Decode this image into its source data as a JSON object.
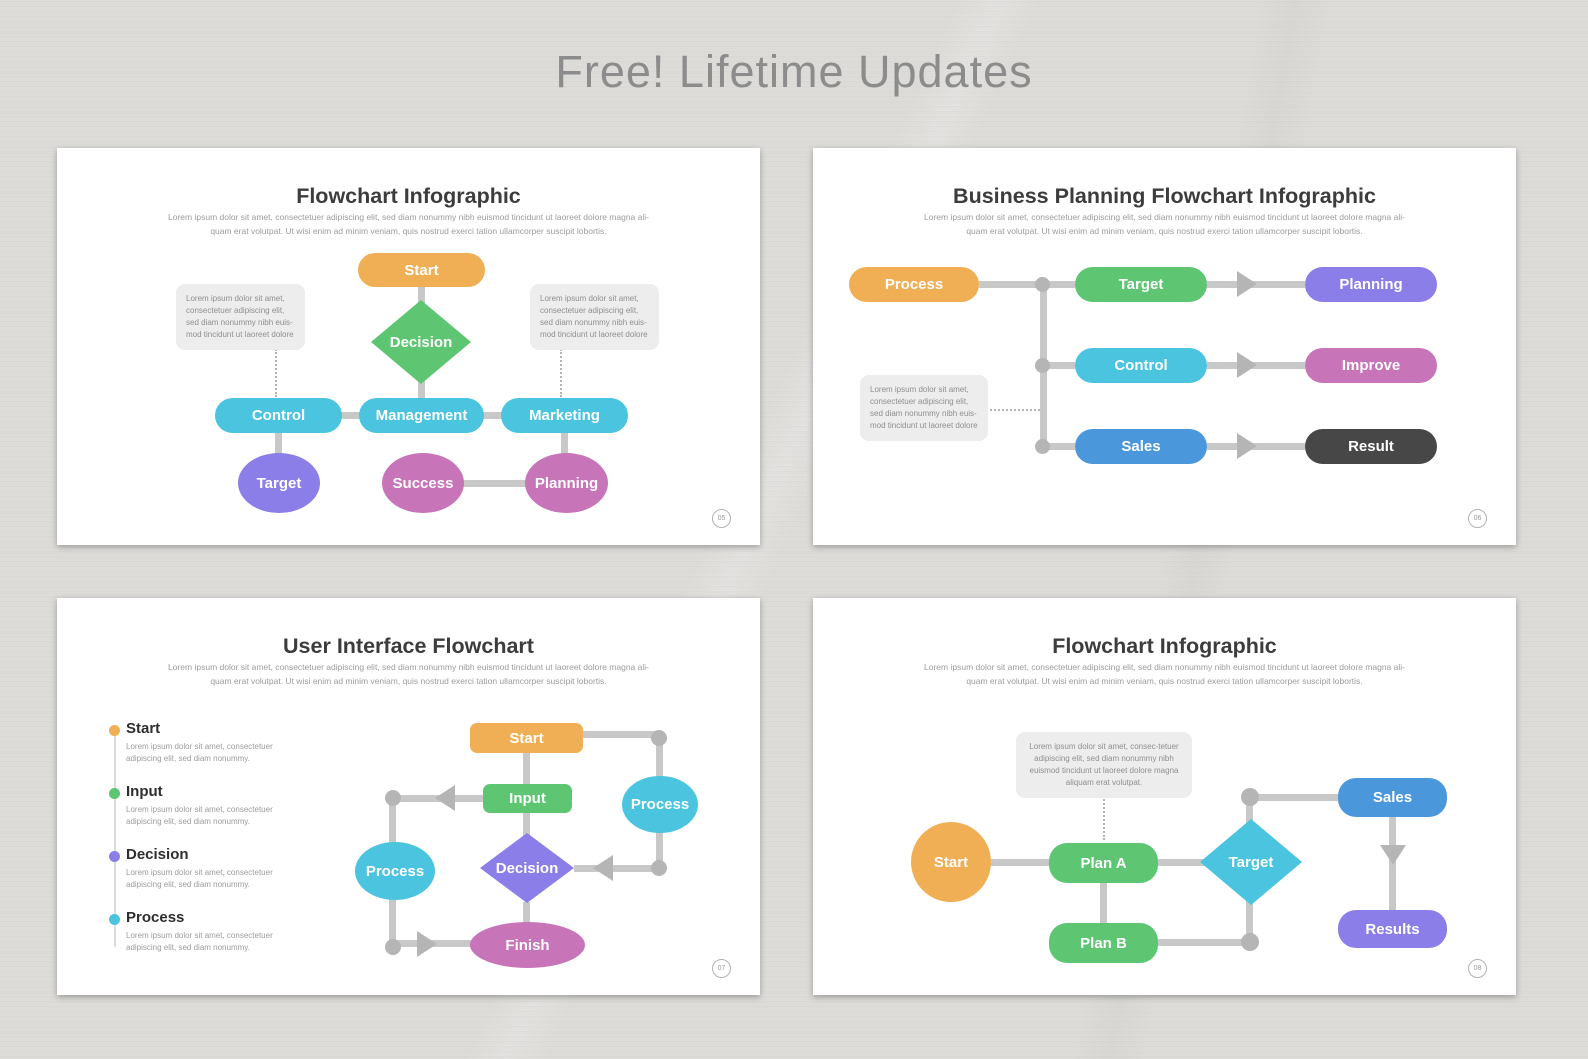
{
  "header": {
    "title": "Free! Lifetime Updates"
  },
  "colors": {
    "page_bg": "#DCDBD8",
    "title_gray": "#8C8C8C",
    "slide_bg": "#FFFFFF",
    "slide_title": "#3C3C3C",
    "subtitle_text": "#9C9C9C",
    "legend_label": "#2E2E2E",
    "callout_bg": "#EDEDED",
    "callout_text": "#8F8F8F",
    "connector": "#C8C8C8",
    "connector_dark": "#B5B5B5",
    "orange": "#F1AF55",
    "green": "#5EC673",
    "teal": "#4AC4DF",
    "purple": "#8C7EE9",
    "pink": "#C874B9",
    "blue": "#4B97DB",
    "dark": "#474747"
  },
  "lorem": {
    "subtitle_line1": "Lorem ipsum dolor sit amet, consectetuer adipiscing elit, sed diam nonummy nibh euismod tincidunt ut laoreet dolore magna ali-",
    "subtitle_line2": "quam erat volutpat. Ut wisi enim ad minim veniam, quis nostrud exerci tation ullamcorper suscipit lobortis.",
    "callout_small": "Lorem ipsum dolor sit amet, consectetuer adipiscing elit, sed diam nonummy nibh euis-mod tincidunt ut laoreet dolore",
    "callout_large": "Lorem ipsum dolor sit amet, consec-tetuer adipiscing elit, sed diam nonummy nibh euismod tincidunt ut laoreet dolore magna aliquam erat volutpat."
  },
  "slides": {
    "s05": {
      "title": "Flowchart Infographic",
      "page_number": "05",
      "nodes": {
        "start": "Start",
        "decision": "Decision",
        "control": "Control",
        "management": "Management",
        "marketing": "Marketing",
        "target": "Target",
        "success": "Success",
        "planning": "Planning"
      }
    },
    "s06": {
      "title": "Business Planning Flowchart Infographic",
      "page_number": "06",
      "nodes": {
        "process": "Process",
        "target": "Target",
        "planning": "Planning",
        "control": "Control",
        "improve": "Improve",
        "sales": "Sales",
        "result": "Result"
      }
    },
    "s07": {
      "title": "User Interface Flowchart",
      "page_number": "07",
      "legend": [
        {
          "label": "Start",
          "color_key": "orange",
          "desc": "Lorem ipsum dolor sit amet, consectetuer adipiscing elit, sed diam nonummy."
        },
        {
          "label": "Input",
          "color_key": "green",
          "desc": "Lorem ipsum dolor sit amet, consectetuer adipiscing elit, sed diam nonummy."
        },
        {
          "label": "Decision",
          "color_key": "purple",
          "desc": "Lorem ipsum dolor sit amet, consectetuer adipiscing elit, sed diam nonummy."
        },
        {
          "label": "Process",
          "color_key": "teal",
          "desc": "Lorem ipsum dolor sit amet, consectetuer adipiscing elit, sed diam nonummy."
        }
      ],
      "nodes": {
        "start": "Start",
        "input": "Input",
        "process_right": "Process",
        "decision": "Decision",
        "process_left": "Process",
        "finish": "Finish"
      }
    },
    "s08": {
      "title": "Flowchart Infographic",
      "page_number": "08",
      "nodes": {
        "start": "Start",
        "plan_a": "Plan A",
        "plan_b": "Plan B",
        "target": "Target",
        "sales": "Sales",
        "results": "Results"
      }
    }
  }
}
